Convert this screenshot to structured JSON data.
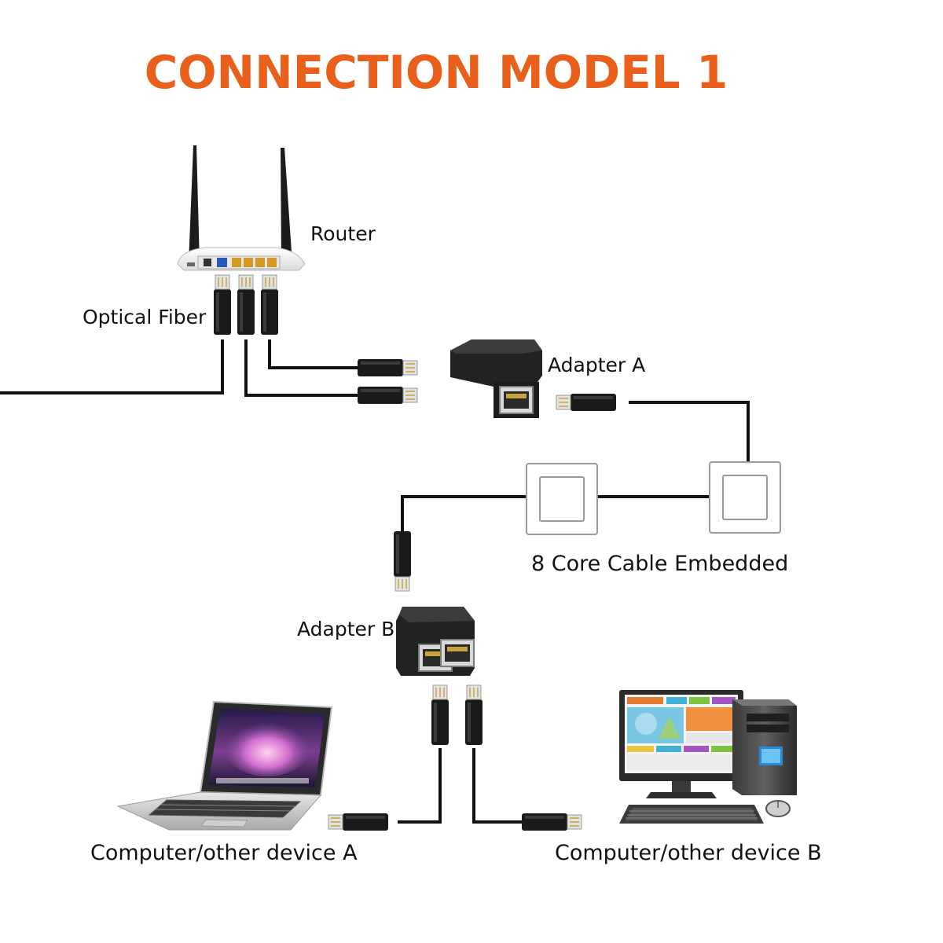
{
  "title": "CONNECTION MODEL 1",
  "labels": {
    "router": "Router",
    "optical_fiber": "Optical Fiber",
    "adapter_a": "Adapter A",
    "adapter_b": "Adapter B",
    "core_cable": "8 Core Cable Embedded",
    "device_a": "Computer/other device A",
    "device_b": "Computer/other device B"
  },
  "colors": {
    "title": "#e8601c",
    "cable": "#111111",
    "adapter": "#1e1e1e",
    "router_body": "#f2f2f2"
  }
}
